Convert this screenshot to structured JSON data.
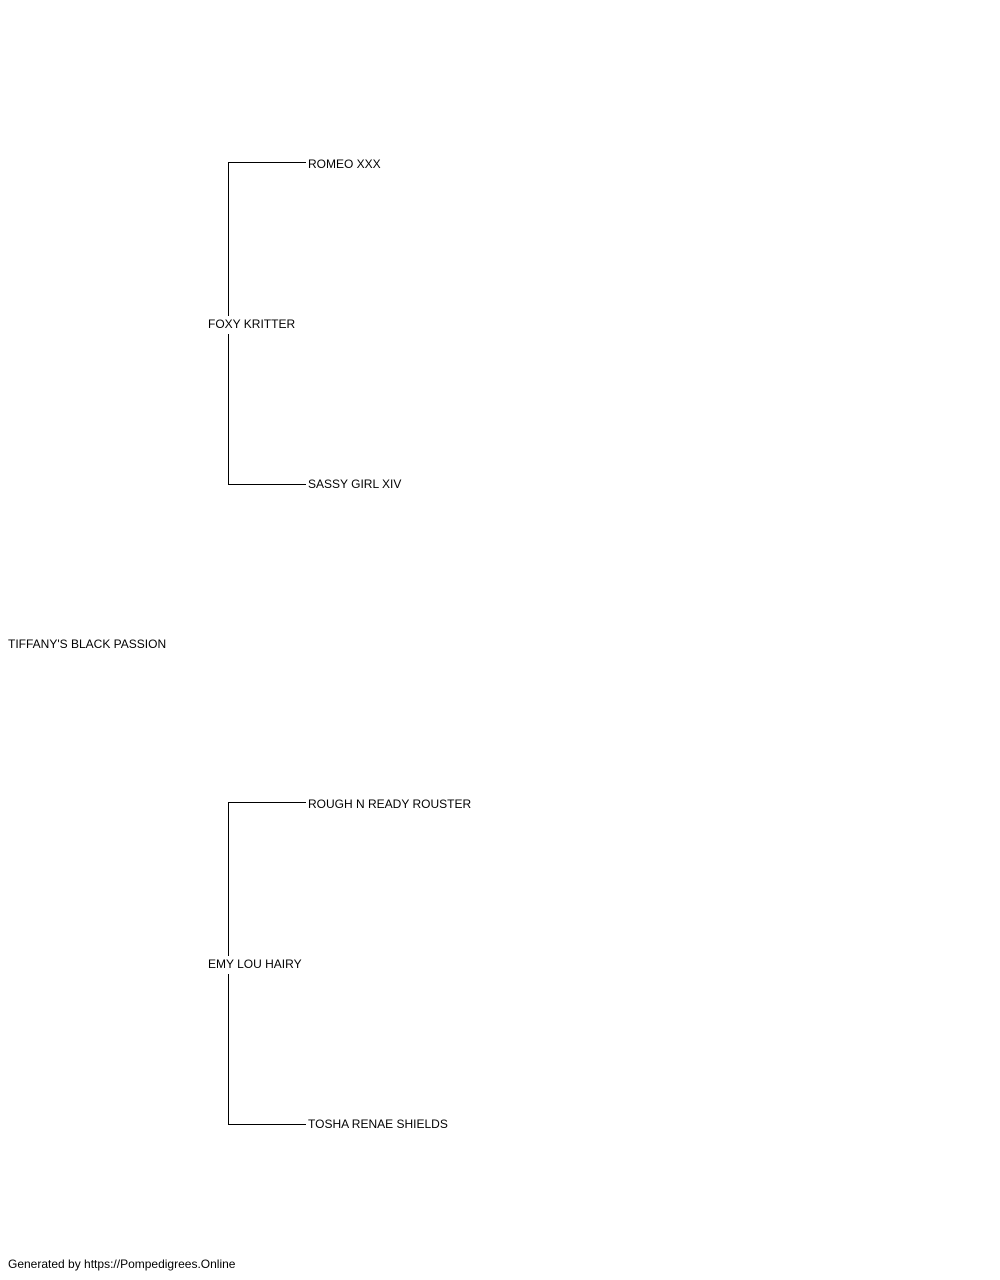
{
  "pedigree": {
    "subject": "TIFFANY'S BLACK PASSION",
    "sire": {
      "name": "FOXY KRITTER",
      "sire": "ROMEO XXX",
      "dam": "SASSY GIRL XIV"
    },
    "dam": {
      "name": "EMY LOU HAIRY",
      "sire": "ROUGH N READY ROUSTER",
      "dam": "TOSHA RENAE SHIELDS"
    }
  },
  "footer": {
    "text": "Generated by https://Pompedigrees.Online"
  }
}
